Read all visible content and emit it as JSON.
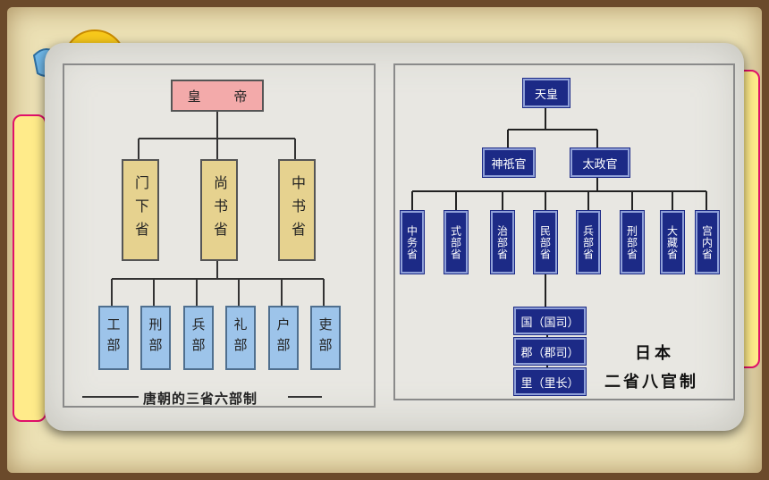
{
  "tang": {
    "emperor": "皇 帝",
    "shengs": [
      "门下省",
      "尚书省",
      "中书省"
    ],
    "bus": [
      "工部",
      "刑部",
      "兵部",
      "礼部",
      "户部",
      "吏部"
    ],
    "caption": "唐朝的三省六部制"
  },
  "japan": {
    "top": "天皇",
    "second": [
      "神祇官",
      "太政官"
    ],
    "shengs": [
      "中务省",
      "式部省",
      "治部省",
      "民部省",
      "兵部省",
      "刑部省",
      "大藏省",
      "宫内省"
    ],
    "local": [
      "国（国司）",
      "郡（郡司）",
      "里（里长）"
    ],
    "title": "日本",
    "subtitle": "二省八官制"
  }
}
